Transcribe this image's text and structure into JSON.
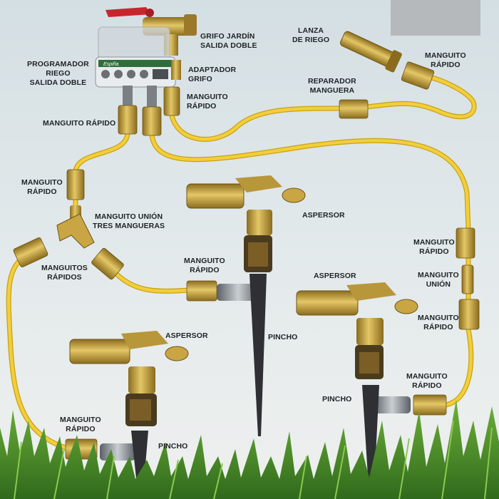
{
  "labels": {
    "grifo": [
      "GRIFO JARDÍN",
      "SALIDA DOBLE"
    ],
    "lanza": [
      "LANZA",
      "DE RIEGO"
    ],
    "manguito_top_right": [
      "MANGUITO",
      "RÁPIDO"
    ],
    "programador": [
      "PROGRAMADOR",
      "RIEGO",
      "SALIDA DOBLE"
    ],
    "adaptador": [
      "ADAPTADOR",
      "GRIFO"
    ],
    "reparador": [
      "REPARADOR",
      "MANGUERA"
    ],
    "manguito_center": [
      "MANGUITO",
      "RÁPIDO"
    ],
    "manguito_rapido_left": "MANGUITO RÁPIDO",
    "manguito_left": [
      "MANGUITO",
      "RÁPIDO"
    ],
    "union_tres": [
      "MANGUITO UNIÓN",
      "TRES MANGUERAS"
    ],
    "aspersor_1": "ASPERSOR",
    "manguito_right_1": [
      "MANGUITO",
      "RÁPIDO"
    ],
    "manguitos_rapidos": [
      "MANGUITOS",
      "RÁPIDOS"
    ],
    "manguito_mid": [
      "MANGUITO",
      "RÁPIDO"
    ],
    "aspersor_2": "ASPERSOR",
    "manguito_union": [
      "MANGUITO",
      "UNIÓN"
    ],
    "pincho_1": "PINCHO",
    "manguito_right_2": [
      "MANGUITO",
      "RÁPIDO"
    ],
    "aspersor_3": "ASPERSOR",
    "manguito_right_3": [
      "MANGUITO",
      "RÁPIDO"
    ],
    "pincho_2": "PINCHO",
    "manguito_bottom_left": [
      "MANGUITO",
      "RÁPIDO"
    ],
    "pincho_3": "PINCHO"
  },
  "programmer_brand": "Espiña",
  "colors": {
    "hose": "#f2cf3a",
    "hose_dark": "#c9a114",
    "brass": "#c9a544",
    "brass_dark": "#8b6c1e",
    "grass": "#3f8a25",
    "spike": "#2e3033"
  }
}
